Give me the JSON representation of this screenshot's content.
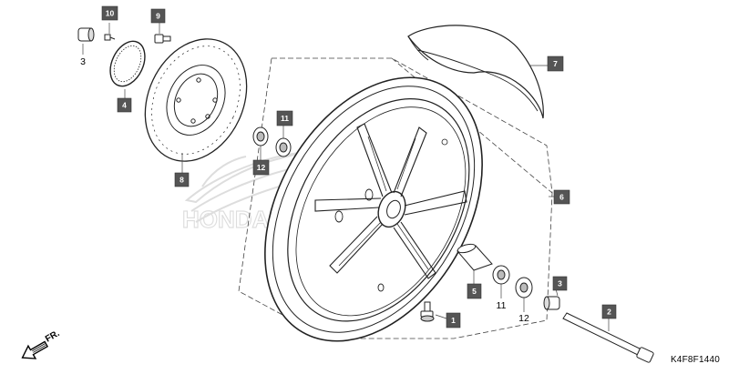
{
  "diagram_code": "K4F8F1440",
  "front_marker": "FR.",
  "watermark": "HONDA",
  "parts": [
    {
      "key": "p10",
      "num": "10"
    },
    {
      "key": "p9",
      "num": "9"
    },
    {
      "key": "p3a",
      "num": "3"
    },
    {
      "key": "p4",
      "num": "4"
    },
    {
      "key": "p8a",
      "num": "8"
    },
    {
      "key": "p7",
      "num": "7"
    },
    {
      "key": "p11a",
      "num": "11"
    },
    {
      "key": "p12a",
      "num": "12"
    },
    {
      "key": "p6",
      "num": "6"
    },
    {
      "key": "p5",
      "num": "5"
    },
    {
      "key": "p11b",
      "num": "11"
    },
    {
      "key": "p12b",
      "num": "12"
    },
    {
      "key": "p3b",
      "num": "3"
    },
    {
      "key": "p2",
      "num": "2"
    },
    {
      "key": "p1",
      "num": "1"
    }
  ]
}
